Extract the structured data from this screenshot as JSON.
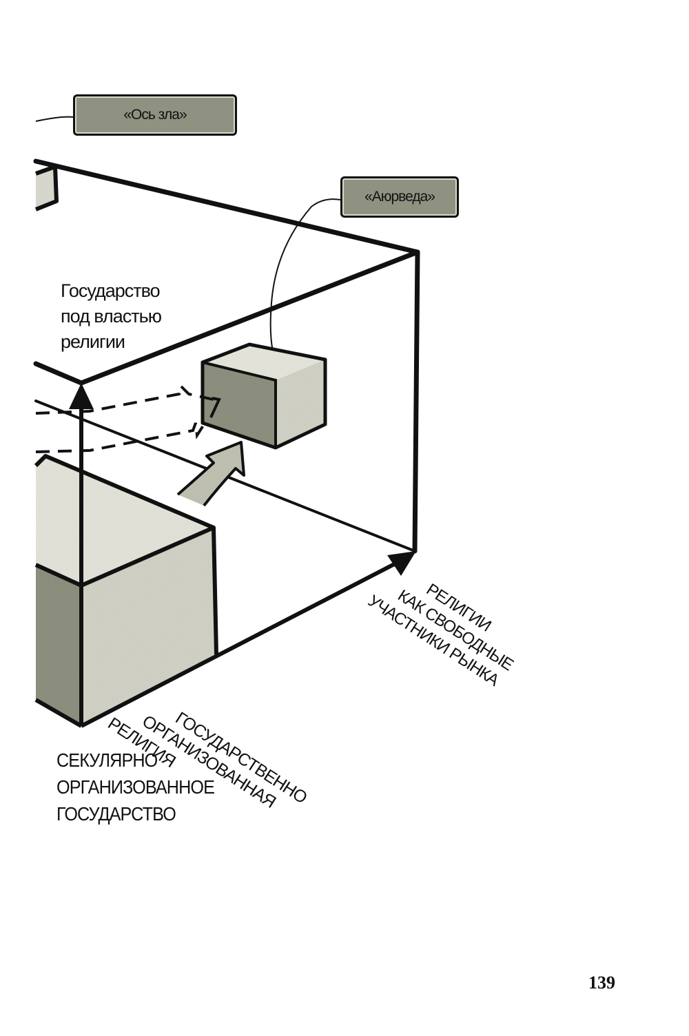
{
  "diagram": {
    "title": "Religion–state relations cube",
    "callouts": {
      "axis_of_evil": "«Ось зла»",
      "ayurveda": "«Аюрведа»"
    },
    "axes": {
      "vertical": {
        "lines": [
          "Государство",
          "под властью",
          "религии"
        ]
      },
      "depth": {
        "lines": [
          "ГОСУДАРСТВЕННО",
          "ОРГАНИЗОВАННАЯ",
          "РЕЛИГИЯ"
        ]
      },
      "horizontal": {
        "lines": [
          "РЕЛИГИИ",
          "КАК СВОБОДНЫЕ",
          "УЧАСТНИКИ РЫНКА"
        ]
      },
      "origin": {
        "lines": [
          "СЕКУЛЯРНО",
          "ОРГАНИЗОВАННОЕ",
          "ГОСУДАРСТВО"
        ]
      }
    },
    "colors": {
      "ink": "#111111",
      "dark_face": "#8f9280",
      "mid_face": "#c9cabb",
      "light_face": "#e4e4da",
      "callout_fill": "#8f9280"
    }
  },
  "page": {
    "number": "139"
  }
}
